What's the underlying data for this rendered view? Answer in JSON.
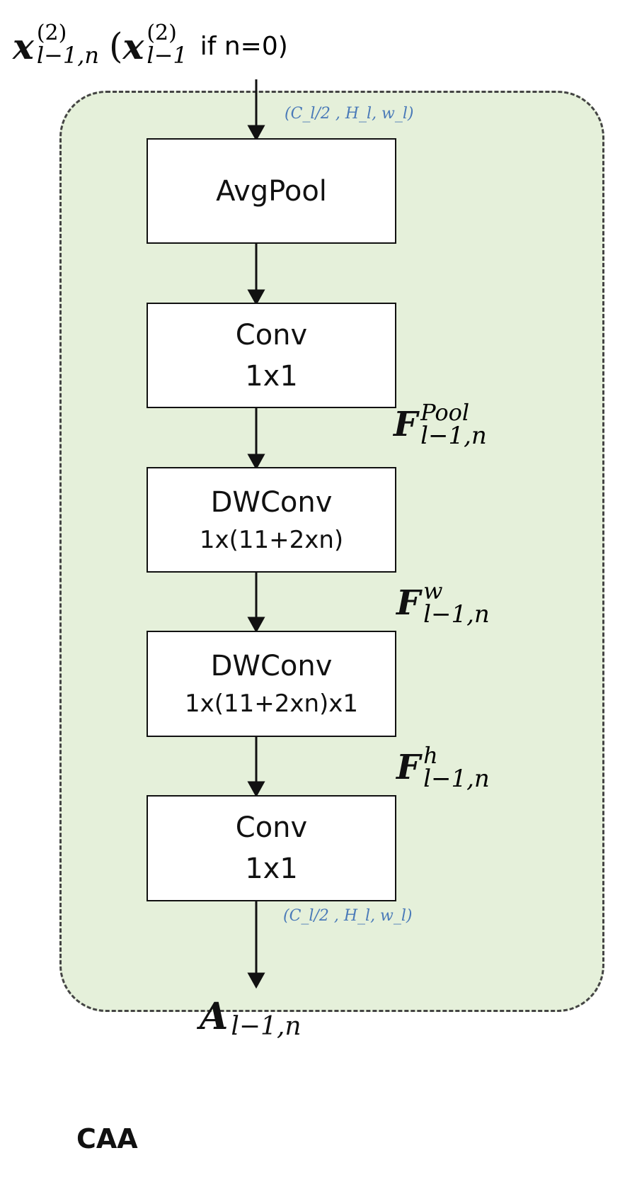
{
  "input_label": {
    "symbol": "x",
    "sup": "(2)",
    "sub": "l−1,n",
    "alt_symbol": "x",
    "alt_sup": "(2)",
    "alt_sub": "l−1",
    "condition": "if n=0)",
    "open_paren": "("
  },
  "dim_top": "(C_l/2 , H_l, w_l)",
  "dim_bottom": "(C_l/2 , H_l, w_l)",
  "blocks": [
    {
      "title": "AvgPool",
      "sub": ""
    },
    {
      "title": "Conv",
      "sub": "1x1"
    },
    {
      "title": "DWConv",
      "sub": "1x(11+2xn)"
    },
    {
      "title": "DWConv",
      "sub": "1x(11+2xn)x1"
    },
    {
      "title": "Conv",
      "sub": "1x1"
    }
  ],
  "side_labels": [
    {
      "symbol": "F",
      "sup": "Pool",
      "sub": "l−1,n"
    },
    {
      "symbol": "F",
      "sup": "w",
      "sub": "l−1,n"
    },
    {
      "symbol": "F",
      "sup": "h",
      "sub": "l−1,n"
    }
  ],
  "output_label": {
    "symbol": "A",
    "sub": "l−1,n"
  },
  "module_name": "CAA"
}
